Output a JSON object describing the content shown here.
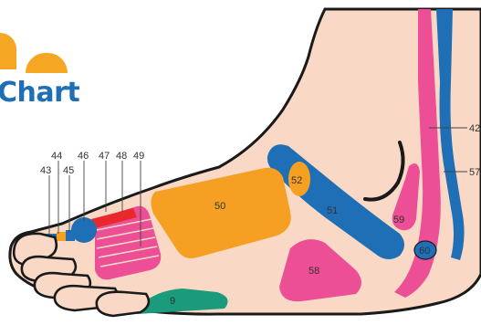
{
  "logo": {
    "text": "Chart",
    "colors": {
      "orange": "#f5a623",
      "blue": "#1e6fb5"
    }
  },
  "zone_labels": {
    "n42": "42",
    "n43": "43",
    "n44": "44",
    "n45": "45",
    "n46": "46",
    "n47": "47",
    "n48": "48",
    "n49": "49",
    "n50": "50",
    "n51": "51",
    "n52": "52",
    "n57": "57",
    "n58": "58",
    "n59": "59",
    "n60": "60",
    "n9": "9"
  },
  "colors": {
    "skin": "#f9d9c6",
    "outline": "#1a1a1a",
    "blue": "#1e6fb5",
    "pink": "#ec4f95",
    "orange": "#f5a023",
    "teal": "#1b9b7b",
    "red": "#e8282b"
  }
}
